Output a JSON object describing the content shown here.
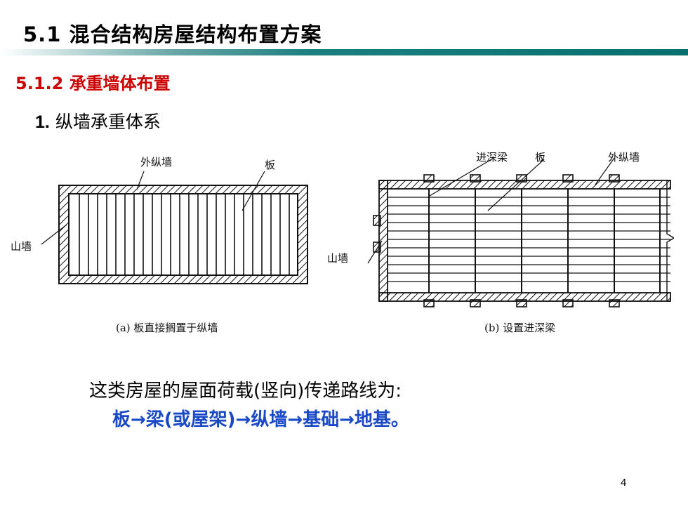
{
  "header": {
    "title": "5.1 混合结构房屋结构布置方案",
    "subtitle": "5.1.2 承重墙体布置"
  },
  "section": {
    "number": "1.",
    "title": "纵墙承重体系"
  },
  "figure_a": {
    "label_outer_wall": "外纵墙",
    "label_slab": "板",
    "label_gable_wall": "山墙",
    "caption": "(a) 板直接搁置于纵墙"
  },
  "figure_b": {
    "label_beam": "进深梁",
    "label_slab": "板",
    "label_outer_wall": "外纵墙",
    "label_gable_wall": "山墙",
    "caption": "(b) 设置进深梁"
  },
  "body": {
    "description": "这类房屋的屋面荷载(竖向)传递路线为:",
    "load_path": "板→梁(或屋架)→纵墙→基础→地基。"
  },
  "footer": {
    "page_number": "4"
  },
  "colors": {
    "title_bar": "#06706f",
    "subtitle": "#cc0000",
    "load_path": "#1a49c8"
  }
}
